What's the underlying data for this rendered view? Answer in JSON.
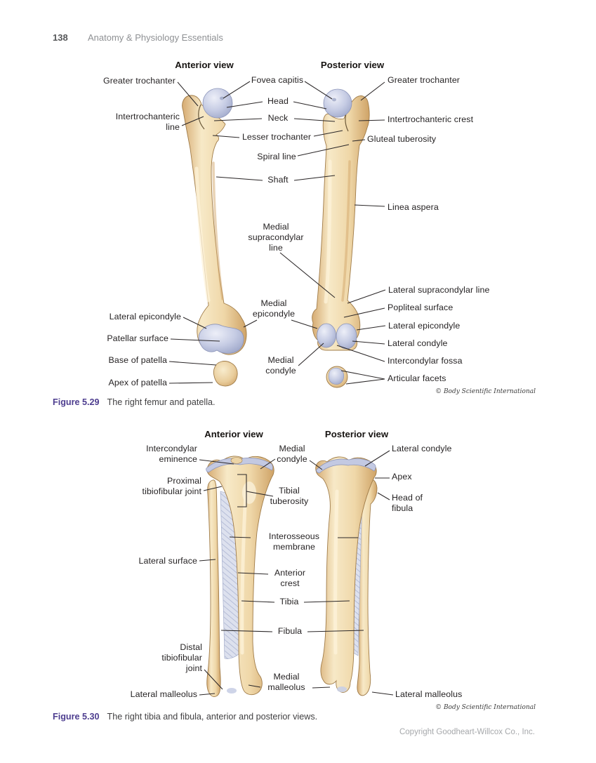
{
  "page": {
    "number": "138",
    "header_title": "Anatomy & Physiology Essentials",
    "footer_copyright": "Copyright Goodheart-Willcox Co., Inc."
  },
  "fig529": {
    "anterior_view_title": "Anterior view",
    "posterior_view_title": "Posterior view",
    "credit": "© Body Scientific International",
    "caption_label": "Figure 5.29",
    "caption_text": "The right femur and patella.",
    "labels": {
      "greater_trochanter_ant": "Greater trochanter",
      "intertrochanteric_line": "Intertrochanteric\nline",
      "fovea_capitis": "Fovea capitis",
      "head": "Head",
      "neck": "Neck",
      "lesser_trochanter": "Lesser trochanter",
      "spiral_line": "Spiral line",
      "shaft": "Shaft",
      "medial_supracondylar_line": "Medial\nsupracondylar\nline",
      "medial_epicondyle": "Medial\nepicondyle",
      "medial_condyle": "Medial\ncondyle",
      "lateral_epicondyle_ant": "Lateral epicondyle",
      "patellar_surface": "Patellar surface",
      "base_of_patella": "Base of patella",
      "apex_of_patella": "Apex of patella",
      "greater_trochanter_post": "Greater trochanter",
      "intertrochanteric_crest": "Intertrochanteric crest",
      "gluteal_tuberosity": "Gluteal tuberosity",
      "linea_aspera": "Linea aspera",
      "lateral_supracondylar_line": "Lateral supracondylar line",
      "popliteal_surface": "Popliteal surface",
      "lateral_epicondyle_post": "Lateral epicondyle",
      "lateral_condyle": "Lateral condyle",
      "intercondylar_fossa": "Intercondylar fossa",
      "articular_facets": "Articular facets"
    }
  },
  "fig530": {
    "anterior_view_title": "Anterior view",
    "posterior_view_title": "Posterior view",
    "credit": "© Body Scientific International",
    "caption_label": "Figure 5.30",
    "caption_text": "The right tibia and fibula, anterior and posterior views.",
    "labels": {
      "intercondylar_eminence": "Intercondylar\neminence",
      "proximal_tibiofibular_joint": "Proximal\ntibiofibular joint",
      "lateral_surface": "Lateral surface",
      "distal_tibiofibular_joint": "Distal\ntibiofibular\njoint",
      "lateral_malleolus_ant": "Lateral malleolus",
      "medial_condyle": "Medial\ncondyle",
      "tibial_tuberosity": "Tibial\ntuberosity",
      "interosseous_membrane": "Interosseous\nmembrane",
      "anterior_crest": "Anterior\ncrest",
      "tibia": "Tibia",
      "fibula": "Fibula",
      "medial_malleolus": "Medial\nmalleolus",
      "lateral_condyle": "Lateral condyle",
      "apex": "Apex",
      "head_of_fibula": "Head of\nfibula",
      "lateral_malleolus_post": "Lateral malleolus"
    }
  }
}
